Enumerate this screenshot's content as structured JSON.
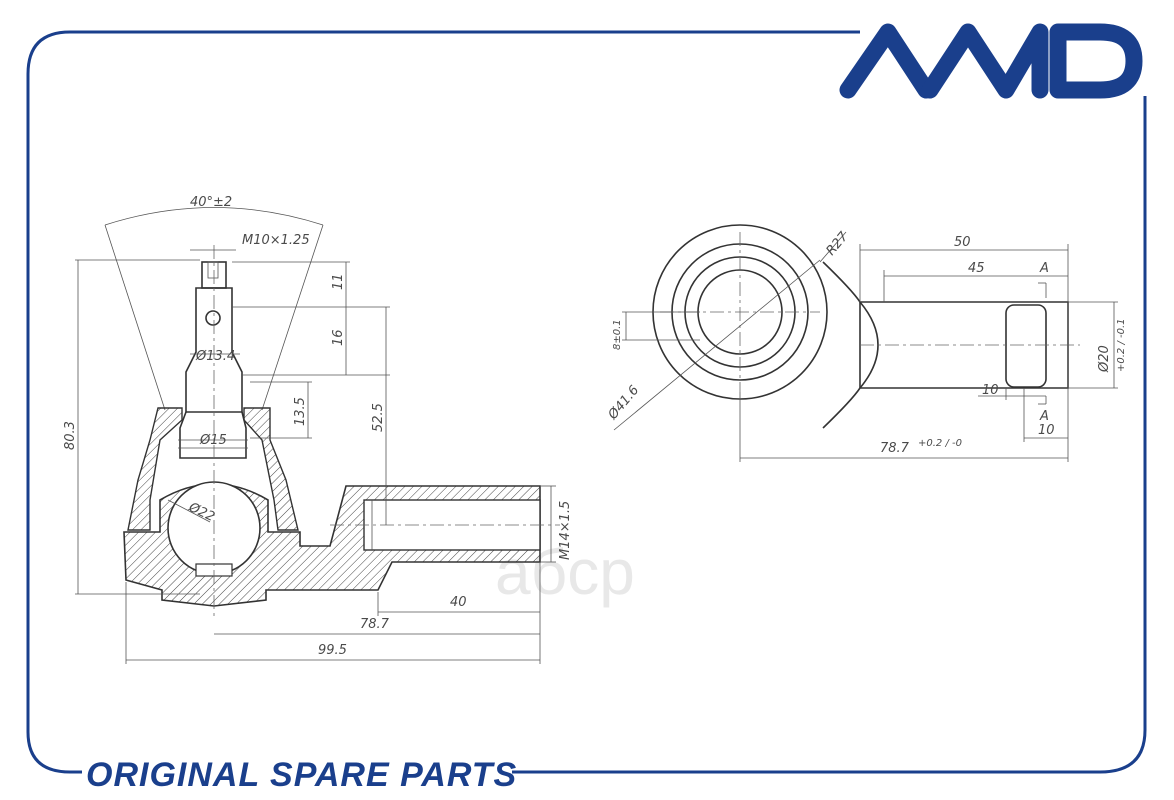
{
  "brand": {
    "logo_text": "AMD",
    "tagline": "ORIGINAL SPARE PARTS",
    "watermark": "aбcp",
    "color": "#1a3f8c"
  },
  "side_view": {
    "angle": "40°±2",
    "thread_stud": "M10×1.25",
    "dim_11": "11",
    "dim_16": "16",
    "dim_134": "Ø13.4",
    "dim_135": "13.5",
    "dim_525": "52.5",
    "dim_803": "80.3",
    "dim_15": "Ø15",
    "dim_22": "Ø22",
    "thread_shank": "M14×1.5",
    "dim_40": "40",
    "dim_787": "78.7",
    "dim_995": "99.5"
  },
  "top_view": {
    "radius": "R27",
    "dim_50": "50",
    "dim_45": "45",
    "section_mark": "A",
    "dim_8": "8±0.1",
    "dim_416": "Ø41.6",
    "dim_20": "Ø20",
    "dim_20_tol": "+0.2 / -0.1",
    "dim_10a": "10",
    "dim_10b": "10",
    "dim_787": "78.7",
    "dim_787_tol": "+0.2 / -0"
  }
}
